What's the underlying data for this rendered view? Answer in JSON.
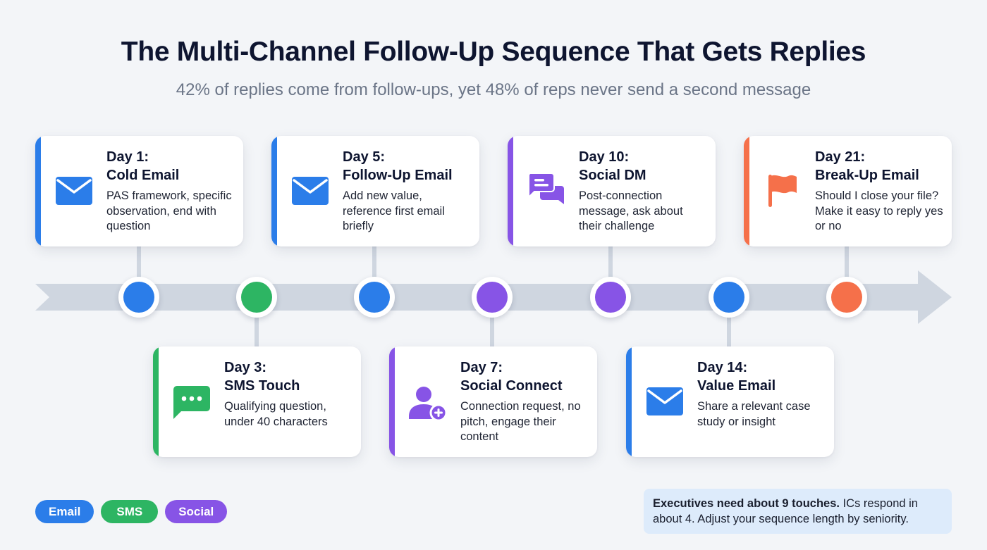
{
  "header": {
    "title": "The Multi-Channel Follow-Up Sequence That Gets Replies",
    "subtitle": "42% of replies come from follow-ups, yet 48% of reps never send a second message"
  },
  "colors": {
    "email": "#2b7de9",
    "sms": "#2db563",
    "social": "#8754e6",
    "breakup": "#f5704a",
    "timeline": "#cfd6e0",
    "title": "#0e1530",
    "subtitle": "#6b7587",
    "note_bg": "#ddebfb"
  },
  "timeline": {
    "steps": [
      {
        "day": "Day 1:",
        "name": "Cold Email",
        "desc": "PAS framework, specific observation, end with question",
        "channel": "email",
        "icon": "envelope-icon",
        "position": "top"
      },
      {
        "day": "Day 3:",
        "name": "SMS Touch",
        "desc": "Qualifying question, under 40 characters",
        "channel": "sms",
        "icon": "sms-bubble-icon",
        "position": "bottom"
      },
      {
        "day": "Day 5:",
        "name": "Follow-Up Email",
        "desc": "Add new value, reference first email briefly",
        "channel": "email",
        "icon": "envelope-icon",
        "position": "top"
      },
      {
        "day": "Day 7:",
        "name": "Social Connect",
        "desc": "Connection request, no pitch, engage their content",
        "channel": "social",
        "icon": "add-user-icon",
        "position": "bottom"
      },
      {
        "day": "Day 10:",
        "name": "Social DM",
        "desc": "Post-connection message, ask about their challenge",
        "channel": "social",
        "icon": "chat-bubbles-icon",
        "position": "top"
      },
      {
        "day": "Day 14:",
        "name": "Value Email",
        "desc": "Share a relevant case study or insight",
        "channel": "email",
        "icon": "envelope-icon",
        "position": "bottom"
      },
      {
        "day": "Day 21:",
        "name": "Break-Up Email",
        "desc": "Should I close your file? Make it easy to reply yes or no",
        "channel": "breakup",
        "icon": "flag-icon",
        "position": "top"
      }
    ]
  },
  "legend": {
    "items": [
      {
        "label": "Email",
        "color": "#2b7de9"
      },
      {
        "label": "SMS",
        "color": "#2db563"
      },
      {
        "label": "Social",
        "color": "#8754e6"
      }
    ]
  },
  "note": {
    "bold": "Executives need about 9 touches.",
    "rest": " ICs respond in about 4. Adjust your sequence length by seniority."
  }
}
